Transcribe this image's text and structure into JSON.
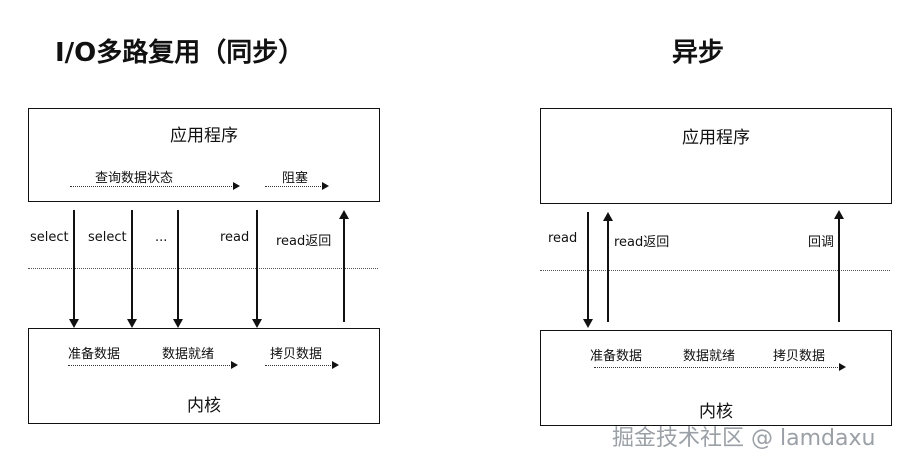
{
  "left": {
    "title": "I/O多路复用（同步）",
    "app_box": {
      "title": "应用程序",
      "query_label": "查询数据状态",
      "block_label": "阻塞"
    },
    "calls": {
      "select1": "select",
      "select2": "select",
      "ellipsis": "...",
      "read": "read",
      "read_return": "read返回"
    },
    "kernel_box": {
      "title": "内核",
      "prepare": "准备数据",
      "ready": "数据就绪",
      "copy": "拷贝数据"
    }
  },
  "right": {
    "title": "异步",
    "app_box": {
      "title": "应用程序"
    },
    "calls": {
      "read": "read",
      "read_return": "read返回",
      "callback": "回调"
    },
    "kernel_box": {
      "title": "内核",
      "prepare": "准备数据",
      "ready": "数据就绪",
      "copy": "拷贝数据"
    }
  },
  "watermark": "掘金技术社区 @ lamdaxu"
}
